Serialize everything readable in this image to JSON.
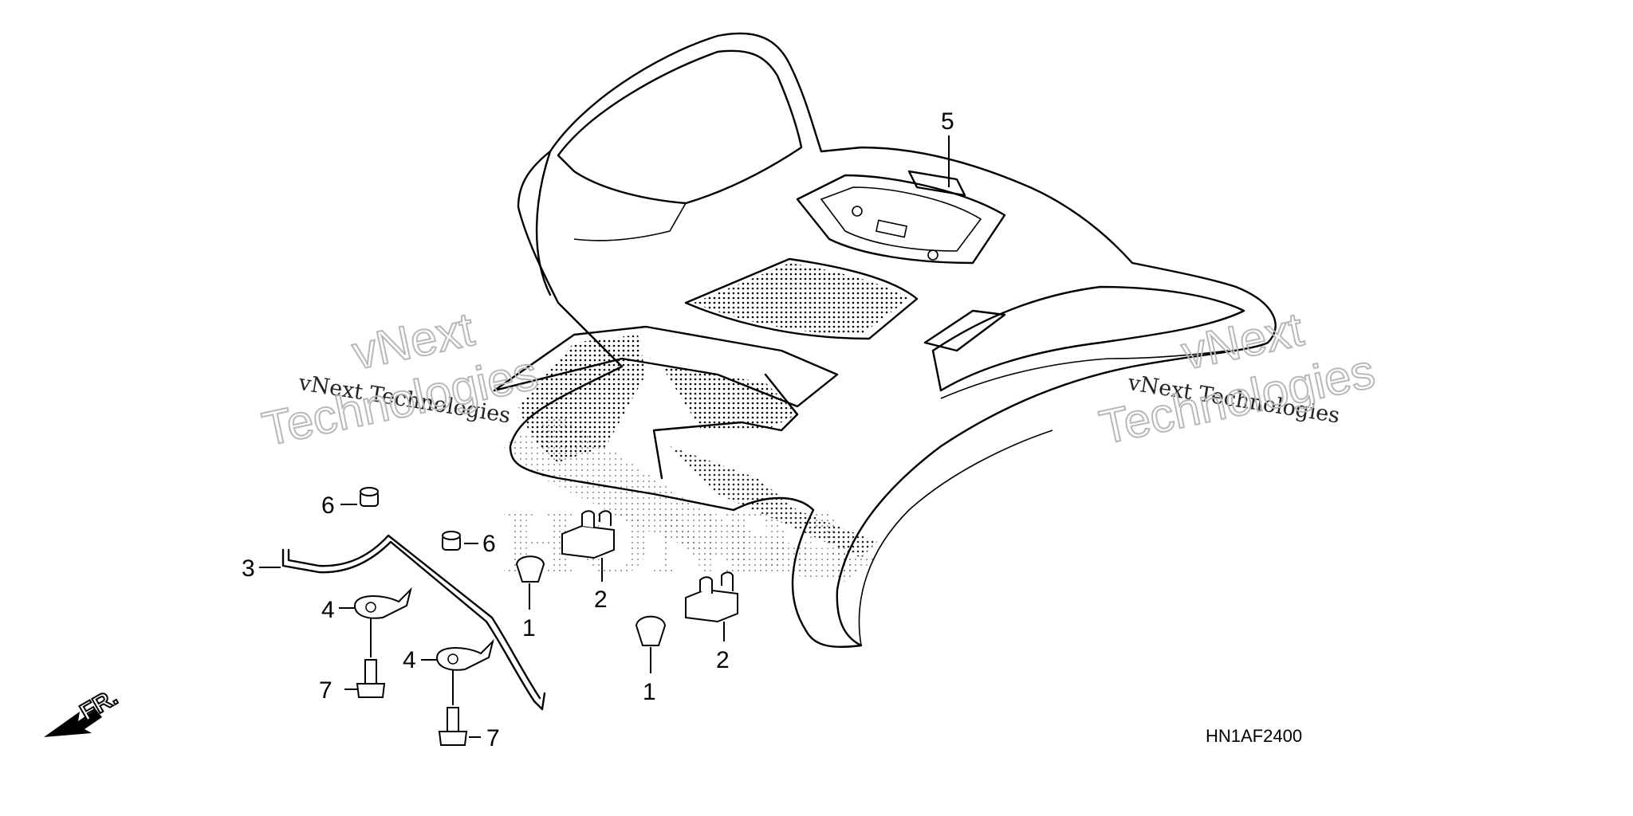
{
  "diagram_code": "HN1AF2400",
  "direction_label": "FR.",
  "watermark": {
    "line_small": "vNext Technologies",
    "line_big_1": "vNext",
    "line_big_2": "Technologies"
  },
  "logo_text": "HONDA",
  "callouts": {
    "p1a": "1",
    "p1b": "1",
    "p2a": "2",
    "p2b": "2",
    "p3": "3",
    "p4a": "4",
    "p4b": "4",
    "p5": "5",
    "p6a": "6",
    "p6b": "6",
    "p7a": "7",
    "p7b": "7"
  }
}
